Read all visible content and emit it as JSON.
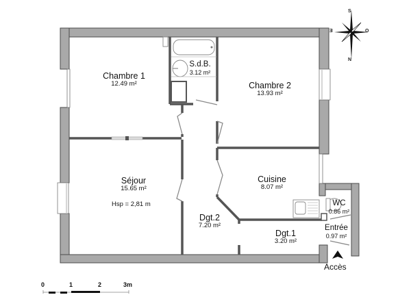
{
  "rooms": [
    {
      "id": "chambre1",
      "name": "Chambre 1",
      "area": "12.49 m²"
    },
    {
      "id": "sdb",
      "name": "S.d.B.",
      "area": "3.12 m²"
    },
    {
      "id": "chambre2",
      "name": "Chambre 2",
      "area": "13.93 m²"
    },
    {
      "id": "sejour",
      "name": "Séjour",
      "area": "15.65 m²"
    },
    {
      "id": "cuisine",
      "name": "Cuisine",
      "area": "8.07 m²"
    },
    {
      "id": "dgt2",
      "name": "Dgt.2",
      "area": "7.20 m²"
    },
    {
      "id": "dgt1",
      "name": "Dgt.1",
      "area": "3.20 m²"
    },
    {
      "id": "wc",
      "name": "WC",
      "area": "0.86 m²"
    },
    {
      "id": "entree",
      "name": "Entrée",
      "area": "0.97 m²"
    }
  ],
  "ceiling_height": "Hsp =  2,81 m",
  "entrance_label": "Accès",
  "compass": {
    "top": "S",
    "left": "E",
    "right": "O",
    "bottom": "N"
  },
  "scale_bar": {
    "ticks": [
      "0",
      "1",
      "2",
      "3m"
    ]
  },
  "colors": {
    "wall_fill": "#a9a9a9",
    "wall_stroke": "#4a4a4a",
    "background": "#ffffff"
  }
}
